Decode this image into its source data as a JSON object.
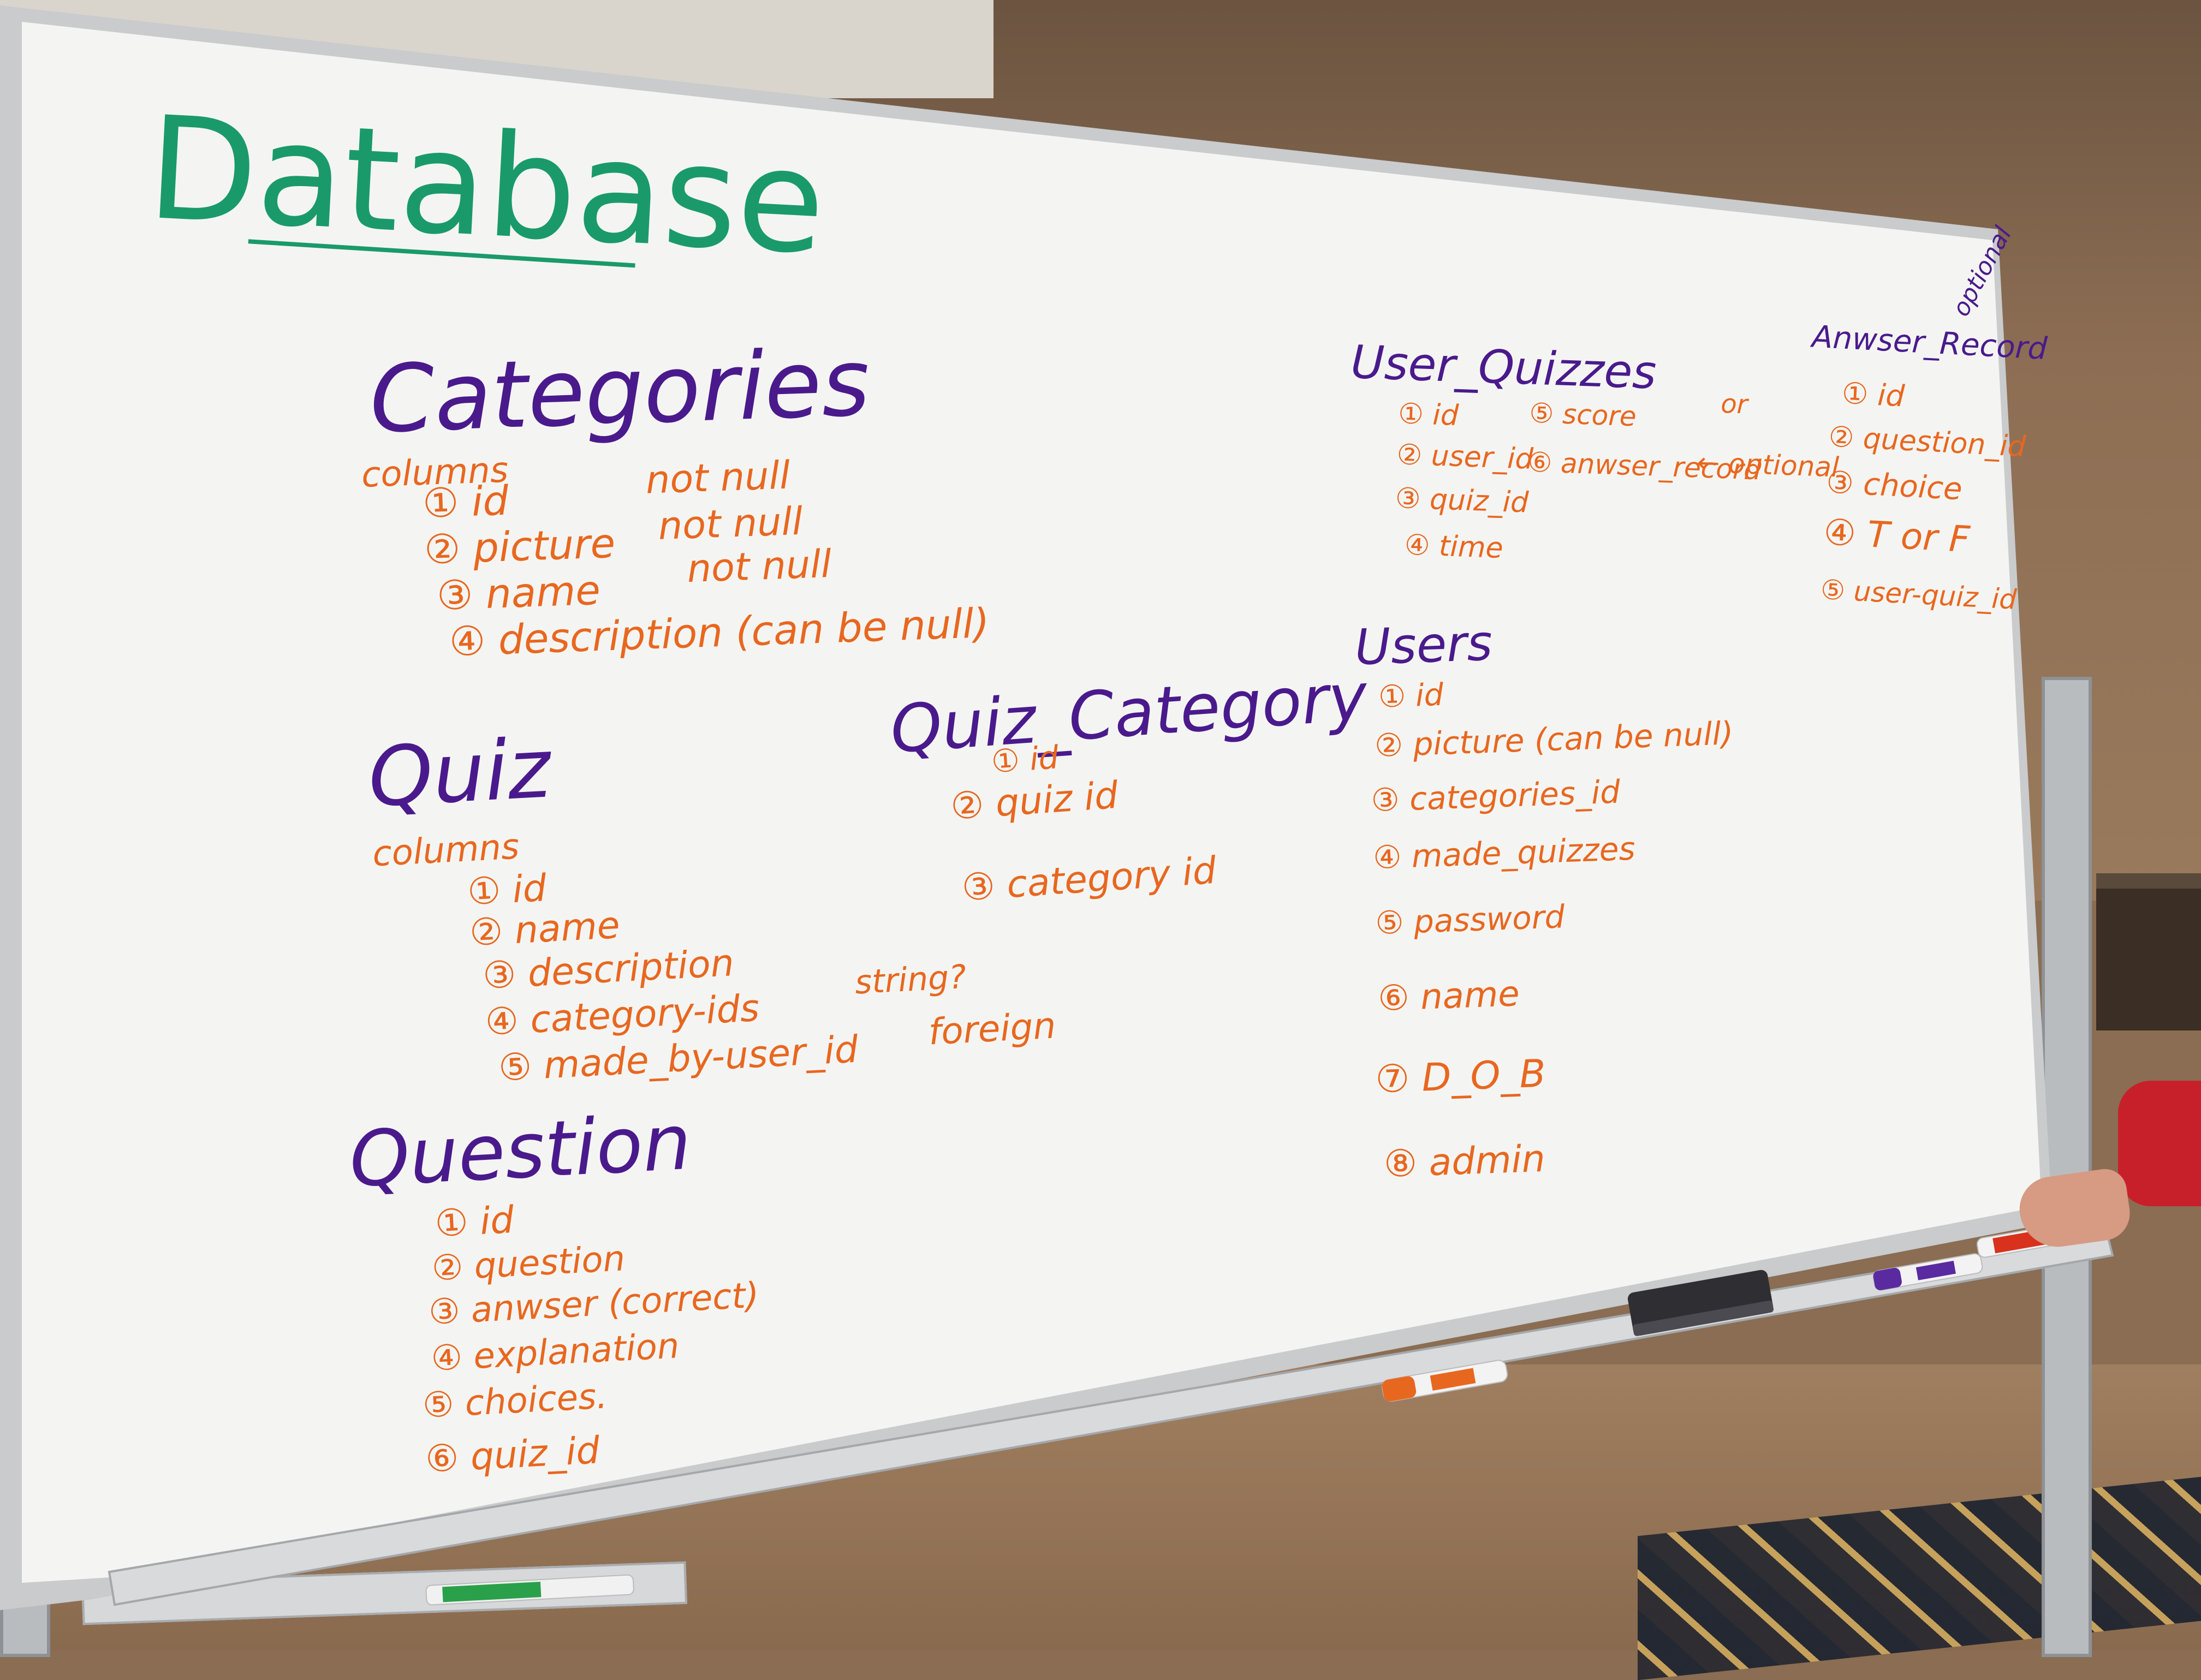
{
  "board": {
    "title": "Database",
    "categories": {
      "heading": "Categories",
      "sub": "columns",
      "items": [
        "① id",
        "② picture",
        "③ name",
        "④ description (can be null)"
      ],
      "notes": [
        "not null",
        "not null",
        "not null"
      ]
    },
    "quiz": {
      "heading": "Quiz",
      "sub": "columns",
      "items": [
        "① id",
        "② name",
        "③ description",
        "④ category-ids",
        "⑤ made_by-user_id"
      ],
      "notes": [
        "string?",
        "foreign"
      ]
    },
    "quiz_category": {
      "heading": "Quiz_Category",
      "items": [
        "① id",
        "② quiz id",
        "③ category id"
      ]
    },
    "question": {
      "heading": "Question",
      "items": [
        "① id",
        "② question",
        "③ anwser (correct)",
        "④ explanation",
        "⑤ choices.",
        "⑥ quiz_id"
      ]
    },
    "user_quizzes": {
      "heading": "User_Quizzes",
      "items_left": [
        "① id",
        "② user_id",
        "③ quiz_id",
        "④ time"
      ],
      "items_right": [
        "⑤ score",
        "⑥ anwser_record"
      ],
      "arrow_note": "← optional",
      "or_note": "or"
    },
    "answer_record": {
      "heading": "Anwser_Record",
      "tag": "optional",
      "items": [
        "① id",
        "② question_id",
        "③ choice",
        "④ T or F",
        "⑤ user-quiz_id"
      ]
    },
    "users": {
      "heading": "Users",
      "items": [
        "① id",
        "② picture (can be null)",
        "③ categories_id",
        "④ made_quizzes",
        "⑤ password",
        "⑥ name",
        "⑦ D_O_B",
        "⑧ admin"
      ]
    },
    "colors": {
      "title": "#1a9a6a",
      "heading": "#4a1a8c",
      "body": "#e8671f",
      "board": "#f4f5f3",
      "frame": "#c9cbcd"
    }
  }
}
